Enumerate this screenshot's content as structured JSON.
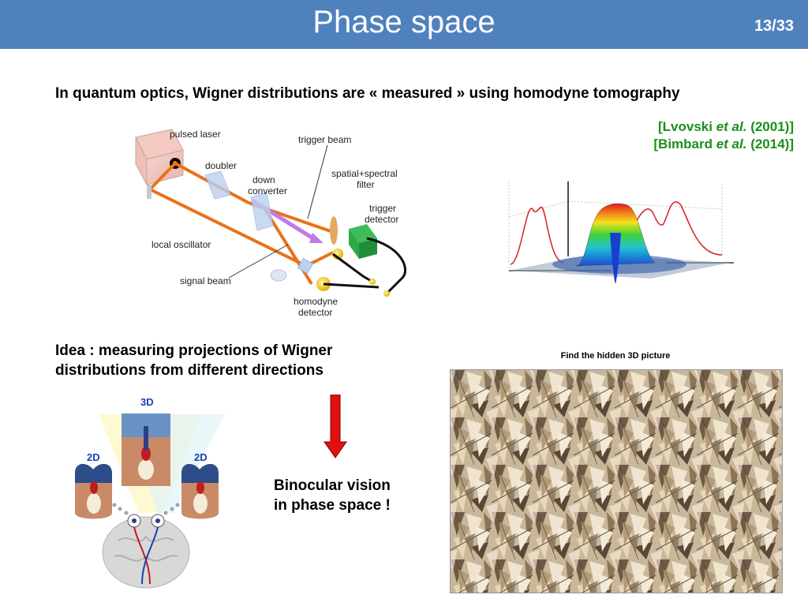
{
  "header": {
    "title": "Phase space",
    "page": "13/33"
  },
  "intro": "In quantum optics, Wigner distributions are « measured » using homodyne tomography",
  "refs": [
    {
      "open": "[Lvovski ",
      "etal": "et al.",
      "close": " (2001)]"
    },
    {
      "open": "[Bimbard ",
      "etal": "et al.",
      "close": " (2014)]"
    }
  ],
  "setup": {
    "pulsed_laser": "pulsed laser",
    "doubler": "doubler",
    "down_converter_1": "down",
    "down_converter_2": "converter",
    "trigger_beam": "trigger beam",
    "filter_1": "spatial+spectral",
    "filter_2": "filter",
    "trigger_detector_1": "trigger",
    "trigger_detector_2": "detector",
    "local_oscillator": "local oscillator",
    "signal_beam": "signal beam",
    "homodyne_1": "homodyne",
    "homodyne_2": "detector"
  },
  "idea": {
    "line1": "Idea : measuring projections of Wigner",
    "line2": "distributions from different directions"
  },
  "vision": {
    "label_3d": "3D",
    "label_2d_left": "2D",
    "label_2d_right": "2D"
  },
  "binocular": {
    "line1": "Binocular vision",
    "line2": "in phase space !"
  },
  "caption": "Find the hidden 3D picture",
  "colors": {
    "header": "#4f81bd",
    "refs": "#1a8f1a",
    "arrow": "#e01010",
    "label_blue": "#1a3fb0"
  }
}
